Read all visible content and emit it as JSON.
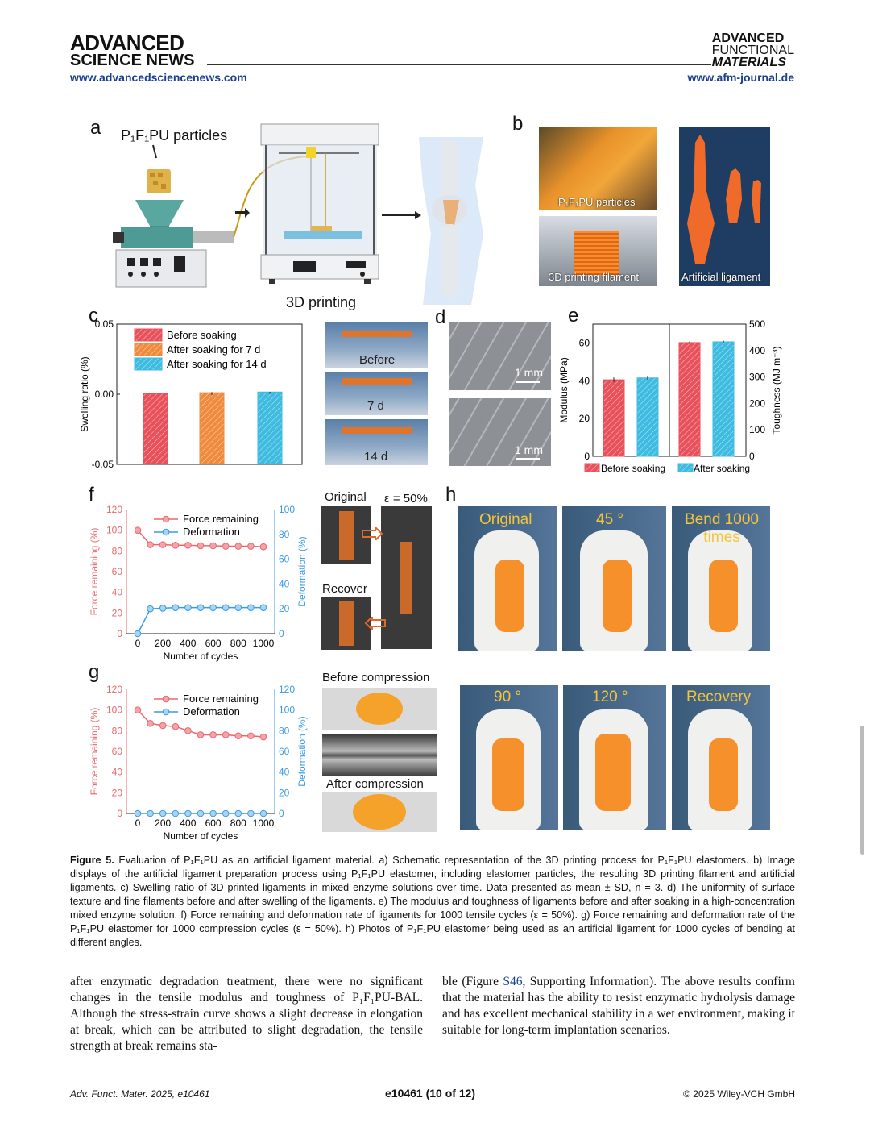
{
  "header": {
    "left_brand_line1": "ADVANCED",
    "left_brand_line2": "SCIENCE NEWS",
    "left_url": "www.advancedsciencenews.com",
    "right_brand_line1": "ADVANCED",
    "right_brand_line2": "FUNCTIONAL",
    "right_brand_line3": "MATERIALS",
    "right_url": "www.afm-journal.de"
  },
  "figure": {
    "panel_labels": [
      "a",
      "b",
      "c",
      "d",
      "e",
      "f",
      "g",
      "h"
    ],
    "a": {
      "particles_label": "P₁F₁PU particles",
      "printing_label": "3D printing"
    },
    "b": {
      "particles": "P₁F₁PU particles",
      "filament": "3D printing filament",
      "ligament": "Artificial ligament"
    },
    "d": {
      "before": "Before",
      "d7": "7 d",
      "d14": "14 d",
      "scale1": "1 mm",
      "scale2": "1 mm"
    },
    "f_photos": {
      "original": "Original",
      "strain": "ε = 50%",
      "recover": "Recover"
    },
    "g_photos": {
      "before": "Before compression",
      "after": "After compression"
    },
    "h": {
      "original": "Original",
      "a45": "45 °",
      "bend": "Bend 1000 times",
      "a90": "90 °",
      "a120": "120 °",
      "recovery": "Recovery"
    }
  },
  "chart_data": [
    {
      "id": "c",
      "type": "bar",
      "ylabel": "Swelling ratio (%)",
      "ylim": [
        -0.05,
        0.05
      ],
      "yticks": [
        "-0.05",
        "0.00",
        "0.05"
      ],
      "series": [
        {
          "name": "Before soaking",
          "value": 0.0,
          "err": 0.0,
          "color": "#e8505b"
        },
        {
          "name": "After soaking for 7 d",
          "value": 0.0005,
          "err": 0.001,
          "color": "#f08a3c"
        },
        {
          "name": "After soaking for 14 d",
          "value": 0.001,
          "err": 0.0007,
          "color": "#3dbbe0"
        }
      ],
      "legend": "top-left"
    },
    {
      "id": "e",
      "type": "bar",
      "ylabel_left": "Modulus (MPa)",
      "ylabel_right": "Toughness (MJ m⁻³)",
      "left_ticks": [
        "0",
        "20",
        "40",
        "60"
      ],
      "right_ticks": [
        "0",
        "100",
        "200",
        "300",
        "400",
        "500"
      ],
      "left_ylim": [
        0,
        70
      ],
      "right_ylim": [
        0,
        500
      ],
      "modulus": [
        40.5,
        41.5
      ],
      "modulus_err": [
        1.2,
        1.0
      ],
      "toughness": [
        430,
        433
      ],
      "toughness_err": [
        4,
        5
      ],
      "legend": [
        "Before soaking",
        "After soaking"
      ]
    },
    {
      "id": "f",
      "type": "line",
      "xlabel": "Number of cycles",
      "ylabel_left": "Force remaining (%)",
      "ylabel_right": "Deformation (%)",
      "x": [
        0,
        100,
        200,
        300,
        400,
        500,
        600,
        700,
        800,
        900,
        1000
      ],
      "xticks": [
        "0",
        "200",
        "400",
        "600",
        "800",
        "1000"
      ],
      "left_ticks": [
        "0",
        "20",
        "40",
        "60",
        "80",
        "100",
        "120"
      ],
      "right_ticks": [
        "0",
        "20",
        "40",
        "60",
        "80",
        "100"
      ],
      "series": [
        {
          "name": "Force remaining",
          "values": [
            100,
            86,
            86,
            85.5,
            85.5,
            85,
            85,
            84.5,
            84.5,
            84.5,
            84
          ]
        },
        {
          "name": "Deformation",
          "values": [
            0,
            20,
            20.5,
            21,
            21,
            21,
            21,
            21,
            21,
            21,
            21
          ]
        }
      ]
    },
    {
      "id": "g",
      "type": "line",
      "xlabel": "Number of cycles",
      "ylabel_left": "Force remaining (%)",
      "ylabel_right": "Deformation (%)",
      "x": [
        0,
        100,
        200,
        300,
        400,
        500,
        600,
        700,
        800,
        900,
        1000
      ],
      "xticks": [
        "0",
        "200",
        "400",
        "600",
        "800",
        "1000"
      ],
      "left_ticks": [
        "0",
        "20",
        "40",
        "60",
        "80",
        "100",
        "120"
      ],
      "right_ticks": [
        "0",
        "20",
        "40",
        "60",
        "80",
        "100",
        "120"
      ],
      "series": [
        {
          "name": "Force remaining",
          "values": [
            100,
            87,
            85,
            84,
            80,
            76,
            76,
            76,
            75,
            75,
            74
          ]
        },
        {
          "name": "Deformation",
          "values": [
            0,
            0,
            0,
            0,
            0,
            0,
            0,
            0,
            0,
            0,
            0
          ]
        }
      ]
    }
  ],
  "caption": {
    "label": "Figure 5.",
    "text": " Evaluation of P₁F₁PU as an artificial ligament material. a) Schematic representation of the 3D printing process for P₁F₁PU elastomers. b) Image displays of the artificial ligament preparation process using P₁F₁PU elastomer, including elastomer particles, the resulting 3D printing filament and artificial ligaments. c) Swelling ratio of 3D printed ligaments in mixed enzyme solutions over time. Data presented as mean ± SD, n = 3. d) The uniformity of surface texture and fine filaments before and after swelling of the ligaments. e) The modulus and toughness of ligaments before and after soaking in a high-concentration mixed enzyme solution. f) Force remaining and deformation rate of ligaments for 1000 tensile cycles (ε = 50%). g) Force remaining and deformation rate of the P₁F₁PU elastomer for 1000 compression cycles (ε = 50%). h) Photos of P₁F₁PU elastomer being used as an artificial ligament for 1000 cycles of bending at different angles."
  },
  "body": {
    "left": "after enzymatic degradation treatment, there were no significant changes in the tensile modulus and toughness of P₁F₁PU-BAL. Although the stress-strain curve shows a slight decrease in elongation at break, which can be attributed to slight degradation, the tensile strength at break remains sta-",
    "right_pre": "ble (Figure ",
    "right_link": "S46",
    "right_post": ", Supporting Information). The above results confirm that the material has the ability to resist enzymatic hydrolysis damage and has excellent mechanical stability in a wet environment, making it suitable for long-term implantation scenarios."
  },
  "footer": {
    "left": "Adv. Funct. Mater. 2025, e10461",
    "center": "e10461 (10 of 12)",
    "right": "© 2025 Wiley-VCH GmbH"
  }
}
